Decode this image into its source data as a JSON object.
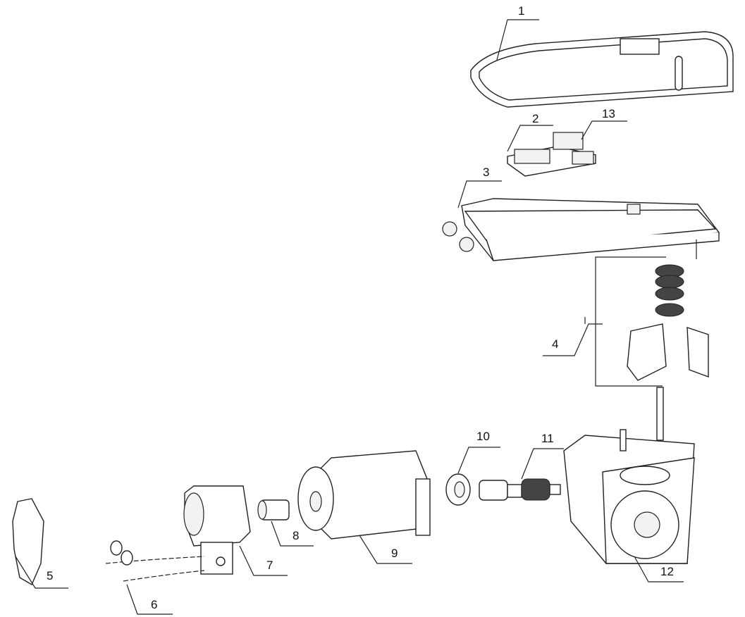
{
  "diagram": {
    "type": "exploded-view",
    "callouts": [
      "1",
      "2",
      "3",
      "4",
      "5",
      "6",
      "7",
      "8",
      "9",
      "10",
      "11",
      "12",
      "13"
    ]
  }
}
